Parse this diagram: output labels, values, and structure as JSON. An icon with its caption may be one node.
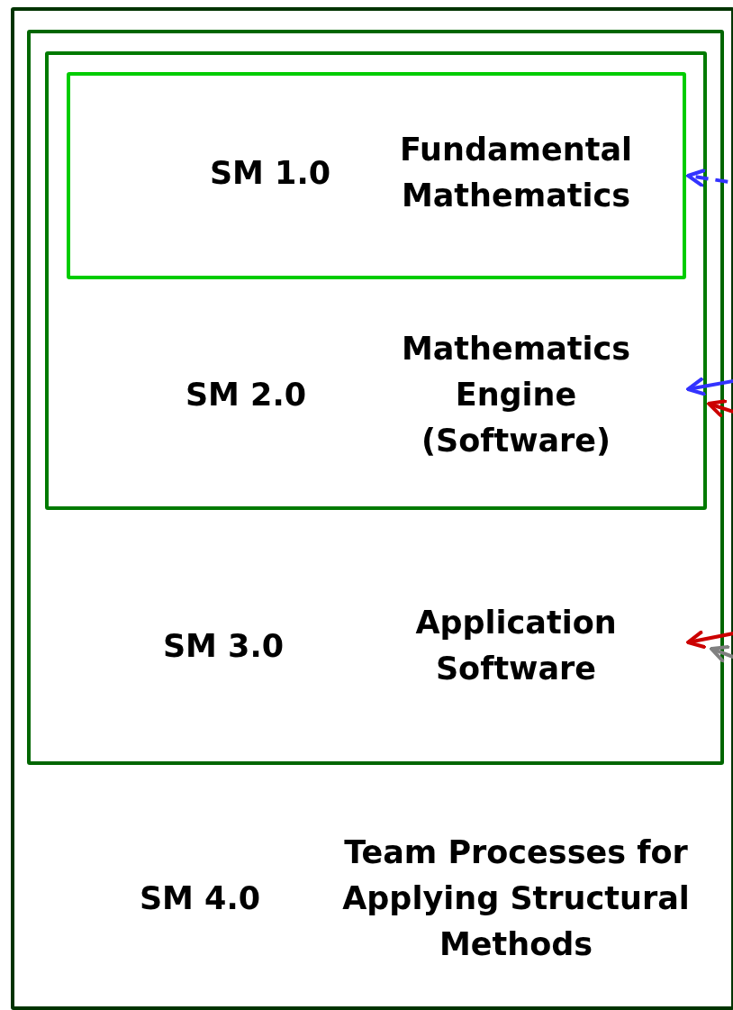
{
  "diagram": {
    "nodes": [
      {
        "text": [
          "SM 4.0",
          "Team Processes for Applying Structural Methods"
        ]
      },
      {
        "text": [
          "SM 3.0",
          "Application Software"
        ],
        "in": 0
      },
      {
        "text": [
          "SM 2.0",
          "Mathematics Engine (Software)"
        ],
        "in": 1
      },
      {
        "text": [
          "SM 1.0",
          "Fundamental Mathematics"
        ],
        "in": 2
      }
    ],
    "edges": [
      {
        "from": null,
        "to": 3,
        "arrow": "to",
        "style": "dashed",
        "color": "#3333ff"
      },
      {
        "from": null,
        "to": 2,
        "arrow": "to",
        "color": "#3333ff"
      },
      {
        "from": null,
        "to": 2,
        "arrow": "to",
        "color": "#cc0000"
      },
      {
        "from": null,
        "to": 1,
        "arrow": "to",
        "color": "#cc0000"
      },
      {
        "from": null,
        "to": 1,
        "arrow": "to",
        "color": "#808080"
      }
    ]
  }
}
